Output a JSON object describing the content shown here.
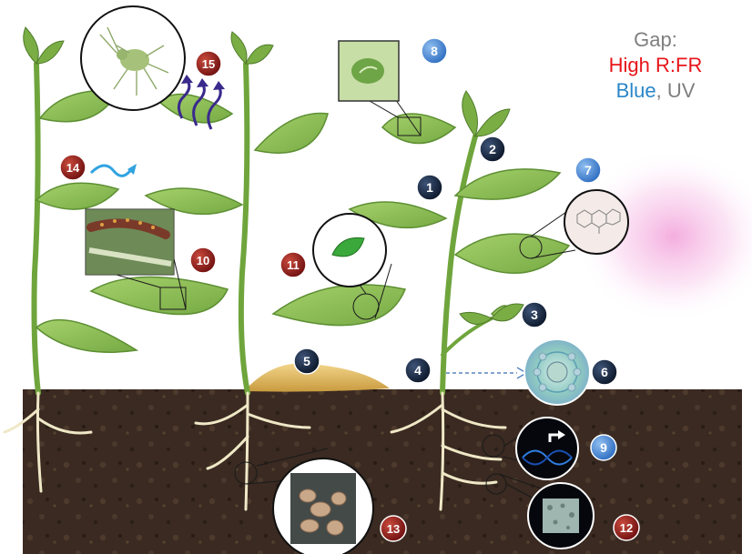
{
  "gap_label": {
    "title": "Gap:",
    "line2": "High R:FR",
    "line3_blue": "Blue",
    "line3_sep": ",",
    "line3_uv": "UV",
    "colors": {
      "title": "#7f7f7f",
      "red": "#e8151a",
      "blue": "#2a86c8",
      "gray": "#7f7f7f"
    }
  },
  "markers": [
    {
      "number": "1",
      "style": "dark"
    },
    {
      "number": "2",
      "style": "dark"
    },
    {
      "number": "3",
      "style": "dark"
    },
    {
      "number": "4",
      "style": "dark"
    },
    {
      "number": "5",
      "style": "dark"
    },
    {
      "number": "6",
      "style": "dark"
    },
    {
      "number": "7",
      "style": "blue"
    },
    {
      "number": "8",
      "style": "blue"
    },
    {
      "number": "9",
      "style": "blue"
    },
    {
      "number": "10",
      "style": "red"
    },
    {
      "number": "11",
      "style": "red"
    },
    {
      "number": "12",
      "style": "red"
    },
    {
      "number": "13",
      "style": "red"
    },
    {
      "number": "14",
      "style": "red"
    },
    {
      "number": "15",
      "style": "red"
    }
  ],
  "insets": [
    {
      "id": "aphid",
      "icon": "aphid-insect-icon"
    },
    {
      "id": "stomata",
      "icon": "stomata-guard-cells-icon"
    },
    {
      "id": "caterpillar",
      "icon": "caterpillar-on-stem-icon"
    },
    {
      "id": "leaf-lesion",
      "icon": "infected-leaf-icon"
    },
    {
      "id": "flavonoid",
      "icon": "flavonoid-molecule-icon"
    },
    {
      "id": "root-section",
      "icon": "root-cross-section-icon"
    },
    {
      "id": "gene",
      "icon": "dna-gene-expression-icon"
    },
    {
      "id": "microbes",
      "icon": "root-microbe-micrograph-icon"
    },
    {
      "id": "nodules",
      "icon": "root-nodules-icon"
    }
  ],
  "colors": {
    "soil": "#3b2a20",
    "leaf": "#8cbf5a",
    "leaf_dark": "#5d8f33",
    "root": "#eee8c6",
    "marker_dark": "#0f1e36",
    "marker_blue": "#3d7fd0",
    "marker_red": "#8a1a1a",
    "light_glow": "#f3a6dd",
    "litter": "#e8c878"
  }
}
